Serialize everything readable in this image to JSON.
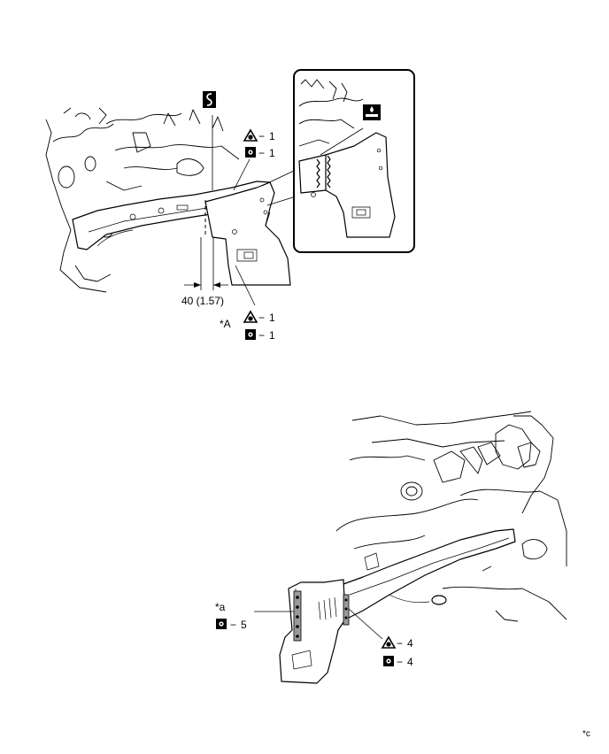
{
  "upper_view": {
    "callouts": [
      {
        "symbol": "triangle-circle",
        "text": "1"
      },
      {
        "symbol": "square-dot",
        "text": "1"
      }
    ],
    "dimension": "40 (1.57)",
    "ref_a": "*A",
    "ref_a_callouts": [
      {
        "symbol": "triangle-circle",
        "text": "1"
      },
      {
        "symbol": "square-dot",
        "text": "1"
      }
    ],
    "icons": [
      "s-curve-cut-icon",
      "sealer-drop-icon"
    ]
  },
  "lower_view": {
    "ref_label": "*a",
    "left_callout": {
      "symbol": "square-dot",
      "text": "5"
    },
    "right_callouts": [
      {
        "symbol": "triangle-circle",
        "text": "4"
      },
      {
        "symbol": "square-dot",
        "text": "4"
      }
    ]
  },
  "corner_label": "*c",
  "dash": "−"
}
